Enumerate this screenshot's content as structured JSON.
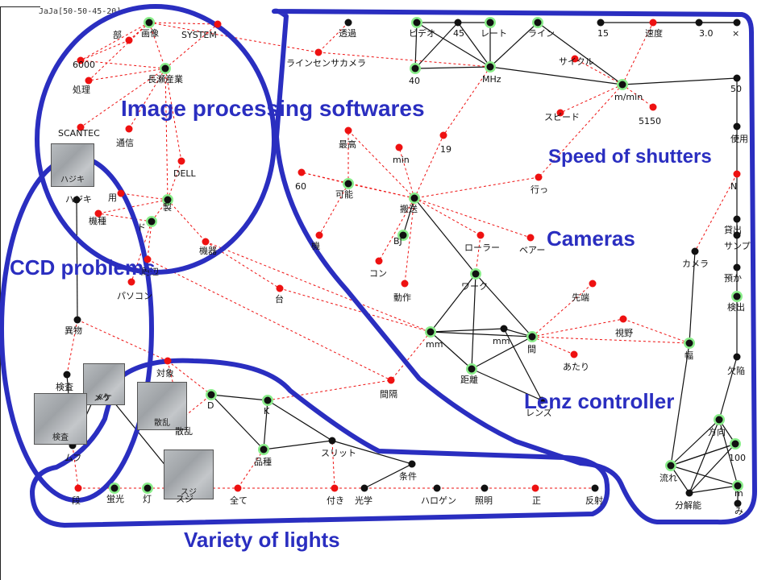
{
  "header": "JaJa[50-50-45-20]",
  "colors": {
    "red": "#ee1111",
    "black": "#111111",
    "ring": "#2a2ec0",
    "green": "#8aee8a"
  },
  "groups": {
    "image_processing": "Image processing softwares",
    "ccd": "CCD problems",
    "speed": "Speed of shutters",
    "cameras": "Cameras",
    "lenz": "Lenz controller",
    "lights": "Variety of lights"
  },
  "nodes": {
    "n_bu": "部",
    "n_gazo": "画像",
    "n_system": "SYSTEM",
    "n_6000": "6000",
    "n_shori": "処理",
    "n_nagase": "長瀬産業",
    "n_scantec": "SCANTEC",
    "n_tsushin": "通信",
    "n_dell": "DELL",
    "n_you": "用",
    "n_sei": "製",
    "n_kishu": "機種",
    "n_do": "ド",
    "n_kiki": "機器",
    "n_shuhen": "周辺",
    "n_pasokon": "パソコン",
    "n_dai": "台",
    "n_toka": "透過",
    "n_rainsen": "ラインセンサカメラ",
    "n_video": "ビデオ",
    "n_45": "45",
    "n_rate": "レート",
    "n_line": "ライン",
    "n_15": "15",
    "n_sokudo": "速度",
    "n_30": "3.0",
    "n_x": "×",
    "n_40": "40",
    "n_mhz": "MHz",
    "n_cycle": "サイクル",
    "n_mmin": "m/min",
    "n_50": "50",
    "n_speed": "スピード",
    "n_5150": "5150",
    "n_shiyo": "使用",
    "n_saiko": "最高",
    "n_19": "19",
    "n_min": "min",
    "n_bj": "BJ",
    "n_60": "60",
    "n_kano": "可能",
    "n_hanso": "搬送",
    "n_okonau": "行っ",
    "n_n": "N",
    "n_kinou": "機",
    "n_bea": "ベアー",
    "n_roller": "ローラー",
    "n_kaiten": "貸出",
    "n_sample": "サンプ",
    "n_con": "コン",
    "n_work": "ワーク",
    "n_dosa": "動作",
    "n_camera": "カメラ",
    "n_yobi": "預か",
    "n_kensa": "検出",
    "n_sentan": "先端",
    "n_mm1": "mm",
    "n_mm2": "mm",
    "n_ma": "間",
    "n_shiya": "視野",
    "n_haba": "幅",
    "n_kekkan": "欠陥",
    "n_kyori": "距離",
    "n_atari": "あたり",
    "n_lens": "レンズ",
    "n_hajiki": "ハジキ",
    "n_ibutsu": "異物",
    "n_kensa2": "検査",
    "n_meke": "メケ",
    "n_taisho": "対象",
    "n_sanran": "散乱",
    "n_d": "D",
    "n_k": "K",
    "n_kankaku": "間隔",
    "n_muf": "ムフ",
    "n_hinshu": "品種",
    "n_slit": "スリット",
    "n_joken": "条件",
    "n_dan": "段",
    "n_keiko": "蛍光",
    "n_tou": "灯",
    "n_suji": "スジ",
    "n_zen": "全て",
    "n_tsuki": "付き",
    "n_kogaku": "光学",
    "n_halogen": "ハロゲン",
    "n_shomei": "照明",
    "n_sei2": "正",
    "n_hansha": "反射",
    "n_houkou": "方向",
    "n_100": "100",
    "n_nagare": "流れ",
    "n_bunkai": "分解能",
    "n_m": "m",
    "n_mi": "み"
  }
}
